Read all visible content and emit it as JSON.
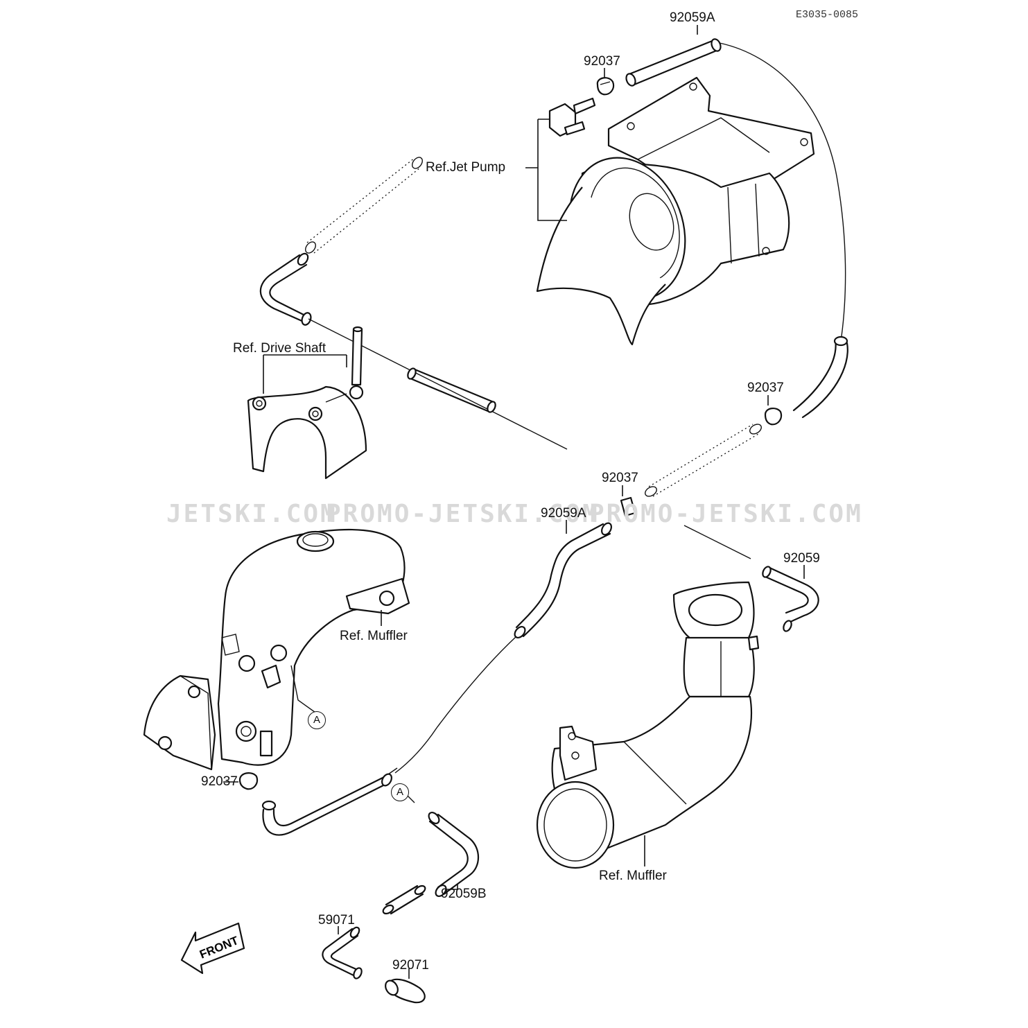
{
  "diagram_code": "E3035-0085",
  "watermark": {
    "left_text": "JETSKI.COM",
    "center_text": "PROMO-JETSKI.COM",
    "right_text": "PROMO-JETSKI.COM"
  },
  "labels": {
    "p92059a_top": "92059A",
    "p92037_top": "92037",
    "ref_jet_pump": "Ref.Jet Pump",
    "ref_drive_shaft": "Ref. Drive Shaft",
    "p92037_right": "92037",
    "p92037_mid": "92037",
    "p92059a_mid": "92059A",
    "p92059": "92059",
    "ref_muffler_left": "Ref. Muffler",
    "ref_muffler_right": "Ref. Muffler",
    "p92037_left": "92037",
    "p92059b": "92059B",
    "p59071": "59071",
    "p92071": "92071",
    "circle_a_1": "A",
    "circle_a_2": "A",
    "front_arrow": "FRONT"
  }
}
